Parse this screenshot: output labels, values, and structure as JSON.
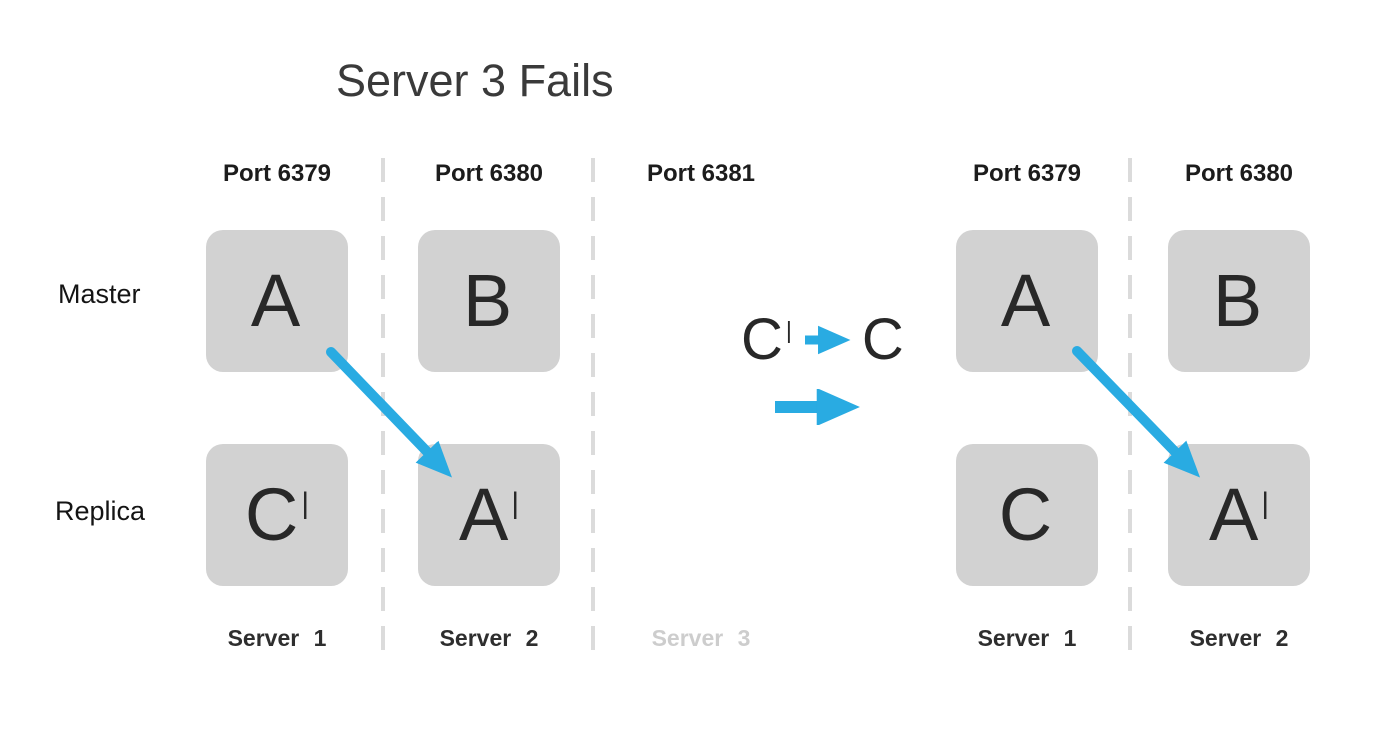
{
  "title": "Server 3 Fails",
  "row_labels": {
    "master": "Master",
    "replica": "Replica"
  },
  "left_cluster": {
    "columns": [
      {
        "port": "Port 6379",
        "server": "Server 1",
        "master": {
          "letter": "A",
          "prime_mark": ""
        },
        "replica": {
          "letter": "C",
          "prime_mark": "|"
        }
      },
      {
        "port": "Port 6380",
        "server": "Server 2",
        "master": {
          "letter": "B",
          "prime_mark": ""
        },
        "replica": {
          "letter": "A",
          "prime_mark": "|"
        }
      },
      {
        "port": "Port 6381",
        "server": "Server 3",
        "failed": true
      }
    ]
  },
  "right_cluster": {
    "columns": [
      {
        "port": "Port 6379",
        "server": "Server 1",
        "master": {
          "letter": "A",
          "prime_mark": ""
        },
        "replica": {
          "letter": "C",
          "prime_mark": ""
        }
      },
      {
        "port": "Port 6380",
        "server": "Server 2",
        "master": {
          "letter": "B",
          "prime_mark": ""
        },
        "replica": {
          "letter": "A",
          "prime_mark": "|"
        }
      }
    ]
  },
  "transition": {
    "from_letter": "C",
    "from_prime_mark": "|",
    "to_letter": "C",
    "to_prime_mark": ""
  },
  "colors": {
    "arrow_blue": "#29abe2",
    "box_gray": "#d2d2d2",
    "dashed_line": "#dbdbdb",
    "faded_text": "#cdcdcd",
    "text_dark": "#282828"
  }
}
